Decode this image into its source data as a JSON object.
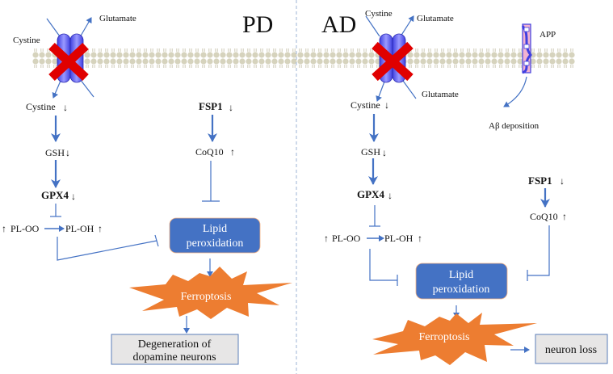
{
  "colors": {
    "arrow": "#4472C4",
    "lipid_box": "#4472C4",
    "ferroptosis": "#ED7D31",
    "outcome_box": "#E7E6E6",
    "block_x": "#E00000",
    "transporter": "#5B5BF0",
    "membrane": "#D6D3BD"
  },
  "pd": {
    "title": "PD",
    "cystine_out": "Cystine",
    "glutamate_out": "Glutamate",
    "cystine_in": "Cystine",
    "gsh": "GSH",
    "gpx4": "GPX4",
    "pl_oo": "PL-OO",
    "pl_oh": "PL-OH",
    "fsp1": "FSP1",
    "coq10": "CoQ10",
    "lipid_line1": "Lipid",
    "lipid_line2": "peroxidation",
    "ferroptosis": "Ferroptosis",
    "outcome_line1": "Degeneration of",
    "outcome_line2": "dopamine neurons"
  },
  "ad": {
    "title": "AD",
    "cystine_out": "Cystine",
    "glutamate_out": "Glutamate",
    "glutamate_in": "Glutamate",
    "cystine_in": "Cystine",
    "app": "APP",
    "abeta": "Aβ deposition",
    "gsh": "GSH",
    "gpx4": "GPX4",
    "pl_oo": "PL-OO",
    "pl_oh": "PL-OH",
    "fsp1": "FSP1",
    "coq10": "CoQ10",
    "lipid_line1": "Lipid",
    "lipid_line2": "peroxidation",
    "ferroptosis": "Ferroptosis",
    "outcome": "neuron loss"
  },
  "glyphs": {
    "down": "↓",
    "up": "↑"
  }
}
